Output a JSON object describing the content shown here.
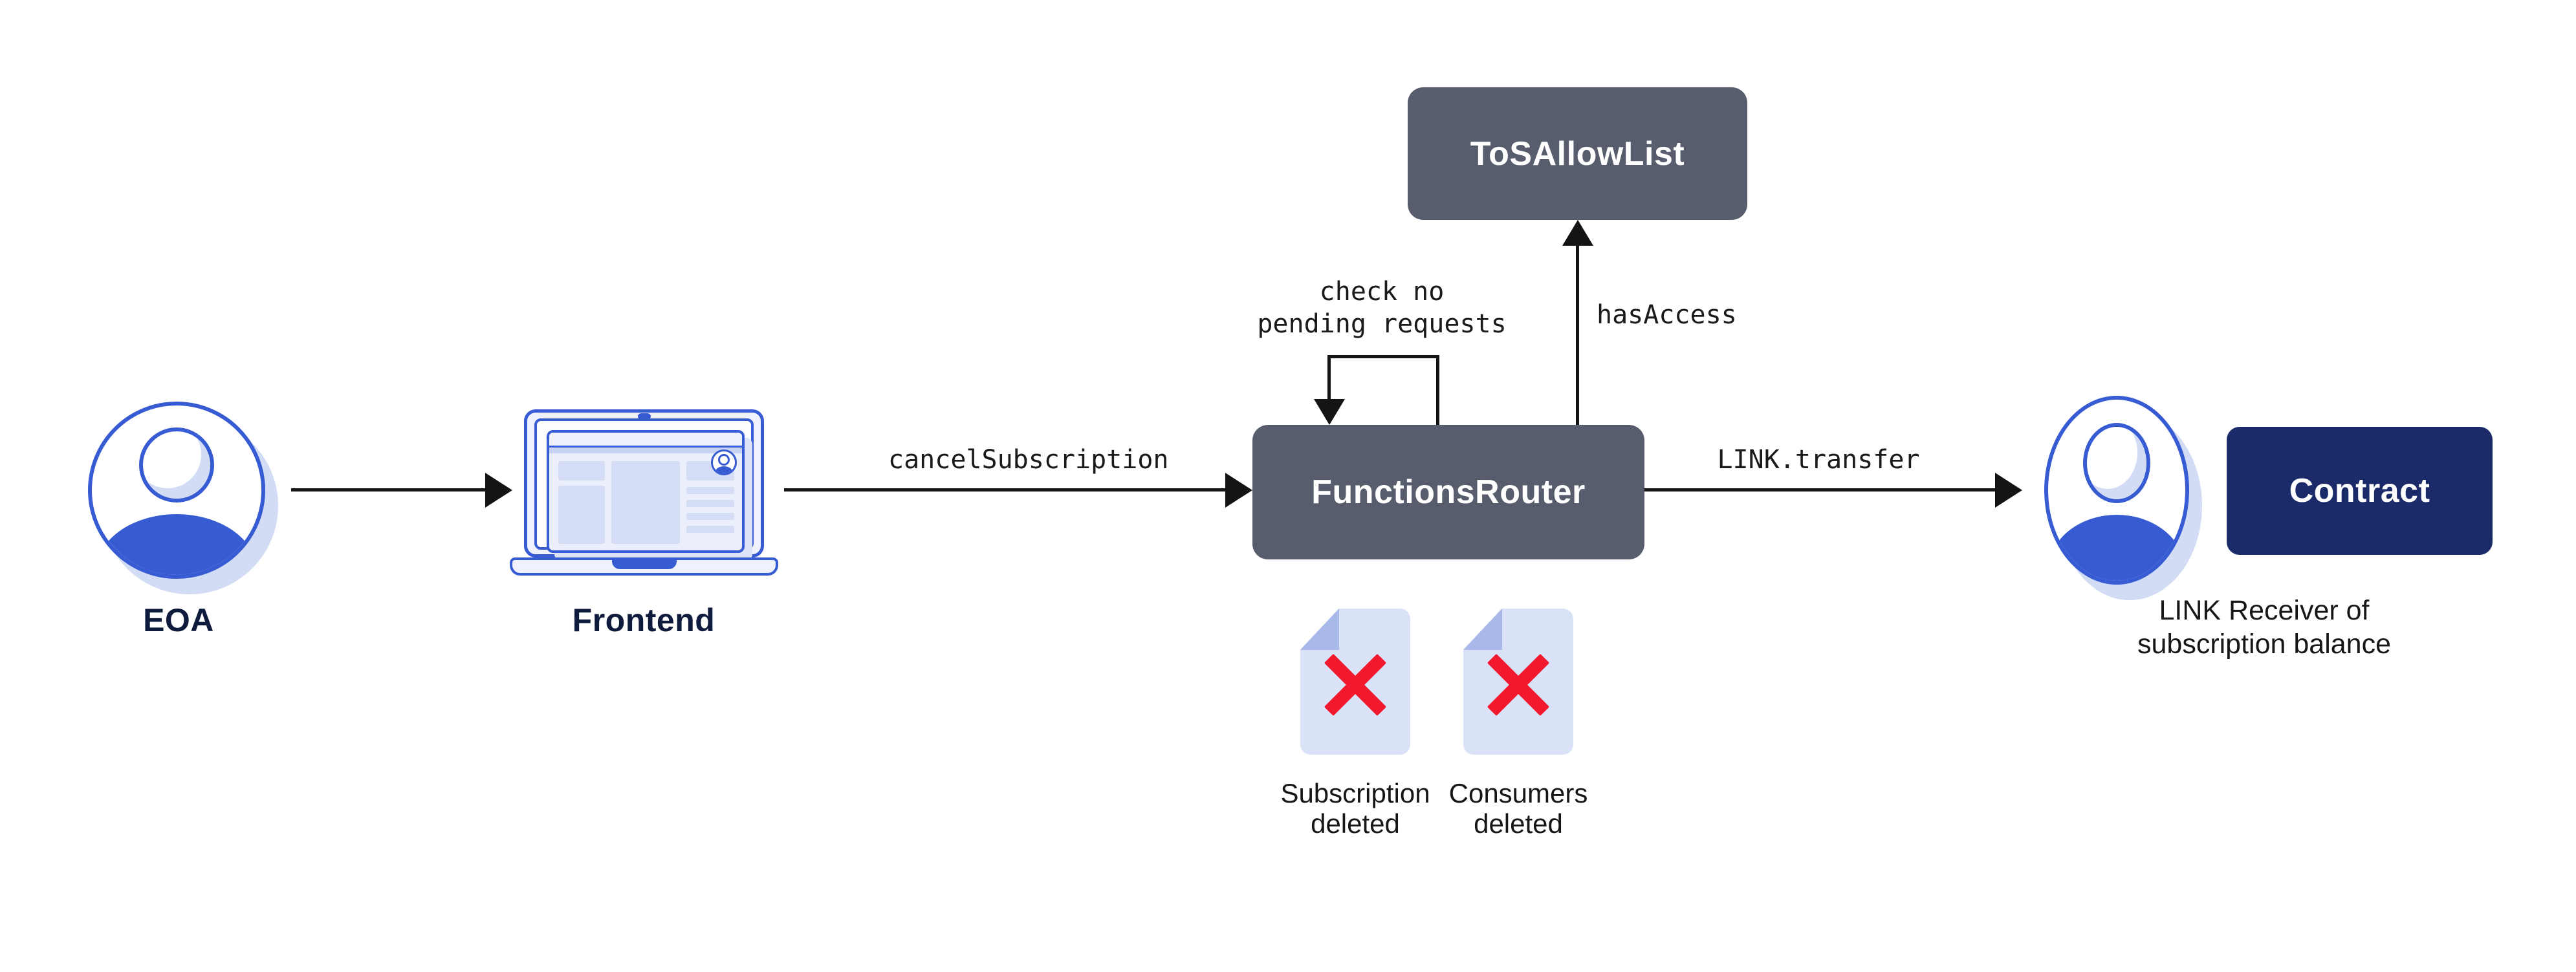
{
  "nodes": {
    "eoa": {
      "label": "EOA"
    },
    "frontend": {
      "label": "Frontend"
    },
    "functions_router": {
      "label": "FunctionsRouter"
    },
    "tos_allow_list": {
      "label": "ToSAllowList"
    },
    "contract": {
      "label": "Contract"
    },
    "link_receiver": {
      "caption_line1": "LINK Receiver of",
      "caption_line2": "subscription balance"
    }
  },
  "edges": {
    "frontend_call": {
      "label": "cancelSubscription"
    },
    "self_check": {
      "label_line1": "check no",
      "label_line2": "pending requests"
    },
    "access_check": {
      "label": "hasAccess"
    },
    "link_transfer": {
      "label": "LINK.transfer"
    }
  },
  "artifacts": {
    "subscription_deleted": {
      "line1": "Subscription",
      "line2": "deleted"
    },
    "consumers_deleted": {
      "line1": "Consumers",
      "line2": "deleted"
    }
  },
  "colors": {
    "brand_blue": "#375BD2",
    "slate_box": "#575D6C",
    "navy_box": "#1B2B6A",
    "pale_blue_shadow": "#D3DCF5",
    "document_fill": "#DAE2F7",
    "document_fold": "#A8B8E9",
    "alert_red": "#F2182D",
    "connector_black": "#141414",
    "label_navy": "#0F1B3D"
  }
}
